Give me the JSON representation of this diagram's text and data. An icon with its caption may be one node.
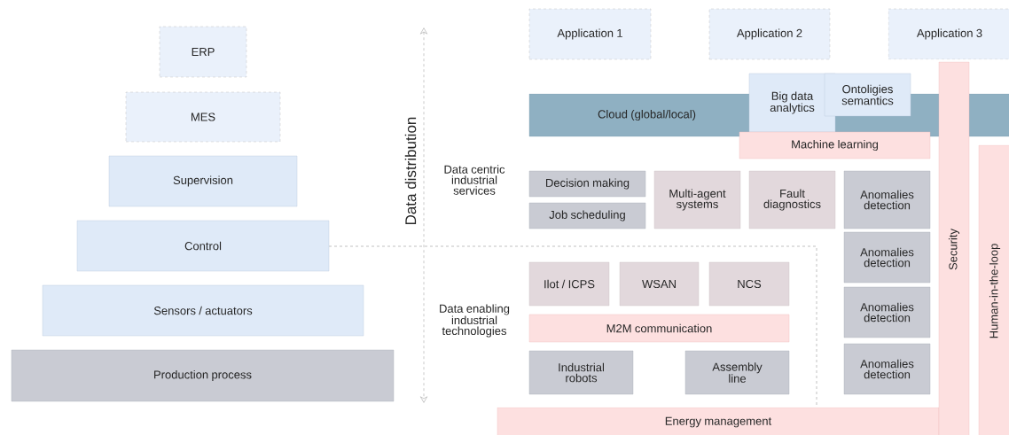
{
  "diagram": {
    "nodes": [
      {
        "text": [
          "ERP"
        ]
      },
      {
        "text": [
          "MES"
        ]
      },
      {
        "text": [
          "Supervision"
        ]
      },
      {
        "text": [
          "Control"
        ]
      },
      {
        "text": [
          "Sensors / actuators"
        ]
      },
      {
        "text": [
          "Production process"
        ]
      },
      {
        "text": [
          "Application 1"
        ]
      },
      {
        "text": [
          "Application 2"
        ]
      },
      {
        "text": [
          "Application 3"
        ]
      },
      {
        "text": [
          "Cloud (global/local)"
        ]
      },
      {
        "text": [
          "Big data analytics"
        ]
      },
      {
        "text": [
          "Ontoligies semantics"
        ]
      },
      {
        "text": [
          "Machine learning"
        ]
      },
      {
        "text": [
          "Decision making"
        ]
      },
      {
        "text": [
          "Job scheduling"
        ]
      },
      {
        "text": [
          "Multi-agent systems"
        ]
      },
      {
        "text": [
          "Fault diagnostics"
        ]
      },
      {
        "text": [
          "Anomalies detection"
        ]
      },
      {
        "text": [
          "Anomalies detection"
        ]
      },
      {
        "text": [
          "Anomalies detection"
        ]
      },
      {
        "text": [
          "Anomalies detection"
        ]
      },
      {
        "text": [
          "Ilot / ICPS"
        ]
      },
      {
        "text": [
          "WSAN"
        ]
      },
      {
        "text": [
          "NCS"
        ]
      },
      {
        "text": [
          "M2M communication"
        ]
      },
      {
        "text": [
          "Industrial robots"
        ]
      },
      {
        "text": [
          "Assembly line"
        ]
      },
      {
        "text": [
          "Energy management"
        ]
      },
      {
        "text": [
          "Security"
        ]
      },
      {
        "text": [
          "Human-in-the-loop"
        ]
      }
    ],
    "labels": [
      "Data distribution",
      "Data centric industrial services",
      "Data enabling industrial technologies"
    ]
  }
}
